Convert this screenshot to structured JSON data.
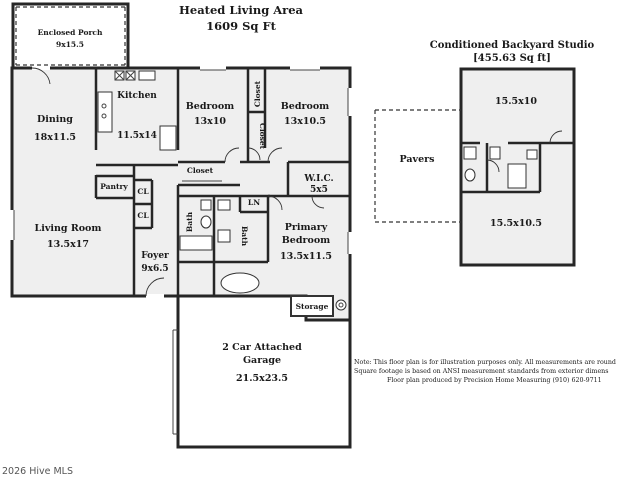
{
  "main_plan": {
    "title": "Heated Living Area",
    "area": "1609 Sq Ft",
    "rooms": [
      {
        "name": "Enclosed Porch",
        "dims": "9x15.5"
      },
      {
        "name": "Dining",
        "dims": "18x11.5"
      },
      {
        "name": "Kitchen",
        "dims": "11.5x14"
      },
      {
        "name": "Bedroom",
        "dims": "13x10"
      },
      {
        "name": "Bedroom",
        "dims": "13x10.5"
      },
      {
        "name": "Living Room",
        "dims": "13.5x17"
      },
      {
        "name": "Foyer",
        "dims": "9x6.5"
      },
      {
        "name": "Primary Bedroom",
        "name_line1": "Primary",
        "name_line2": "Bedroom",
        "dims": "13.5x11.5"
      },
      {
        "name": "W.I.C.",
        "dims": "5x5"
      },
      {
        "name": "2 Car Attached Garage",
        "name_line1": "2 Car Attached",
        "name_line2": "Garage",
        "dims": "21.5x23.5"
      }
    ],
    "small_labels": {
      "pantry": "Pantry",
      "cl1": "CL",
      "cl2": "CL",
      "closet_hall": "Closet",
      "closet_v1": "Closet",
      "closet_v2": "Closet",
      "bath1": "Bath",
      "bath2": "Bath",
      "ln": "LN",
      "storage": "Storage"
    }
  },
  "studio": {
    "title": "Conditioned Backyard Studio",
    "area": "[455.63 Sq ft]",
    "rooms": [
      {
        "dims": "15.5x10"
      },
      {
        "name": "Pavers"
      },
      {
        "dims": "15.5x10.5"
      }
    ]
  },
  "note": {
    "line1": "Note: This floor plan is for illustration purposes only. All measurements are round",
    "line2": "Square footage is based on ANSI measurement standards from exterior dimens",
    "line3": "Floor plan produced by Precision Home Measuring (910) 620-9711"
  },
  "brand": "2026 Hive MLS"
}
